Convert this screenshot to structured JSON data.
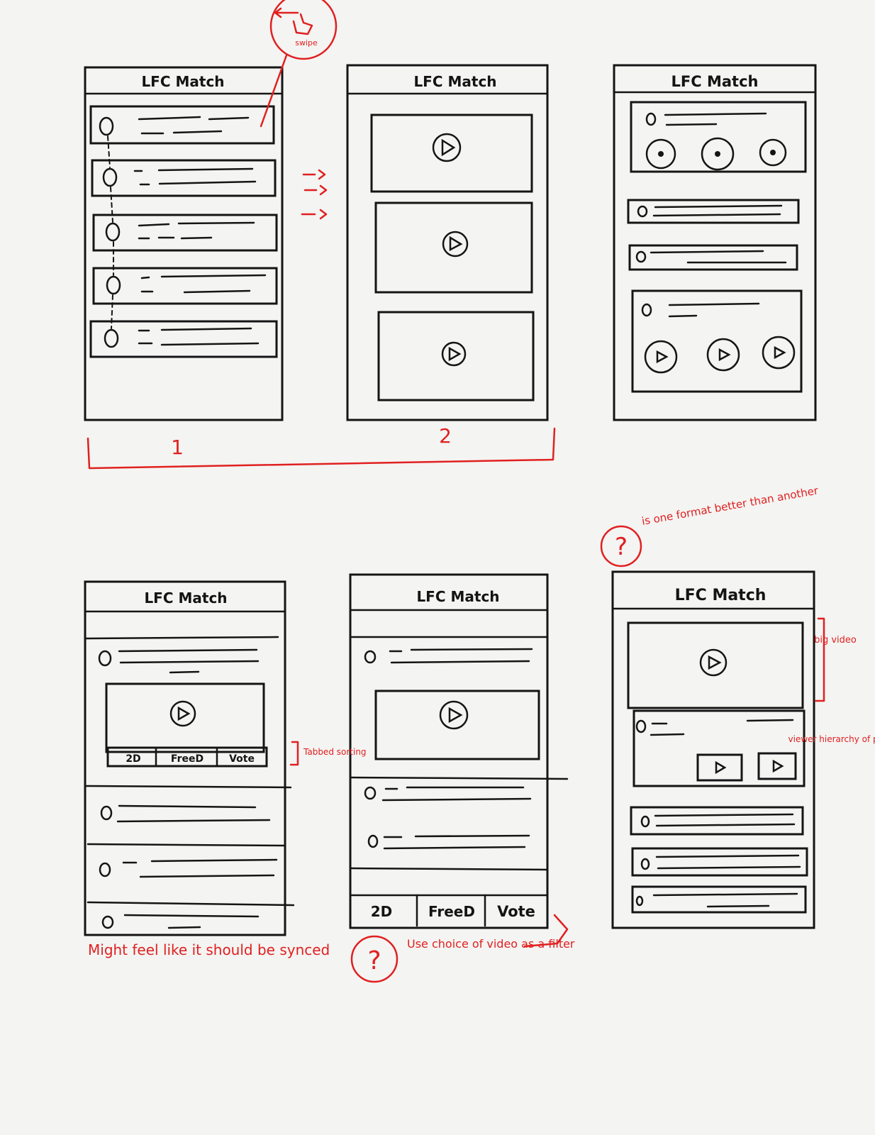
{
  "app_title": "LFC Match",
  "wireframes": [
    {
      "title": "LFC Match"
    },
    {
      "title": "LFC Match"
    },
    {
      "title": "LFC Match"
    },
    {
      "title": "LFC Match",
      "tabs": [
        "2D",
        "FreeD",
        "Vote"
      ]
    },
    {
      "title": "LFC Match",
      "tabs": [
        "2D",
        "FreeD",
        "Vote"
      ]
    },
    {
      "title": "LFC Match"
    }
  ],
  "annotations": {
    "swipe": "swipe",
    "group_label_1": "1",
    "group_label_2": "2",
    "question_format": "is one format better than another",
    "tabbed_sorting": "Tabbed sorting",
    "synced_note": "Might feel like it should be synced",
    "filter_note": "Use choice of video as a filter",
    "big_video": "big video",
    "viewer_hierarchy": "viewer hierarchy of play",
    "question_mark": "?"
  },
  "colors": {
    "ink": "#151515",
    "annotation_red": "#e02020",
    "paper": "#f4f4f2"
  }
}
